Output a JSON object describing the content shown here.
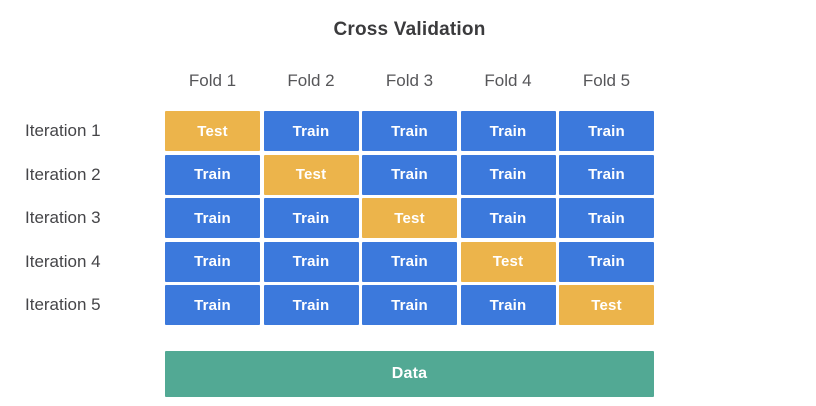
{
  "title": "Cross Validation",
  "colors": {
    "train": "#3C79DC",
    "test": "#ECB44B",
    "data": "#52A994"
  },
  "fold_headers": [
    "Fold 1",
    "Fold 2",
    "Fold 3",
    "Fold 4",
    "Fold 5"
  ],
  "rows": [
    {
      "label": "Iteration 1",
      "cells": [
        "Test",
        "Train",
        "Train",
        "Train",
        "Train"
      ]
    },
    {
      "label": "Iteration 2",
      "cells": [
        "Train",
        "Test",
        "Train",
        "Train",
        "Train"
      ]
    },
    {
      "label": "Iteration 3",
      "cells": [
        "Train",
        "Train",
        "Test",
        "Train",
        "Train"
      ]
    },
    {
      "label": "Iteration 4",
      "cells": [
        "Train",
        "Train",
        "Train",
        "Test",
        "Train"
      ]
    },
    {
      "label": "Iteration 5",
      "cells": [
        "Train",
        "Train",
        "Train",
        "Train",
        "Test"
      ]
    }
  ],
  "data_bar": {
    "label": "Data"
  }
}
